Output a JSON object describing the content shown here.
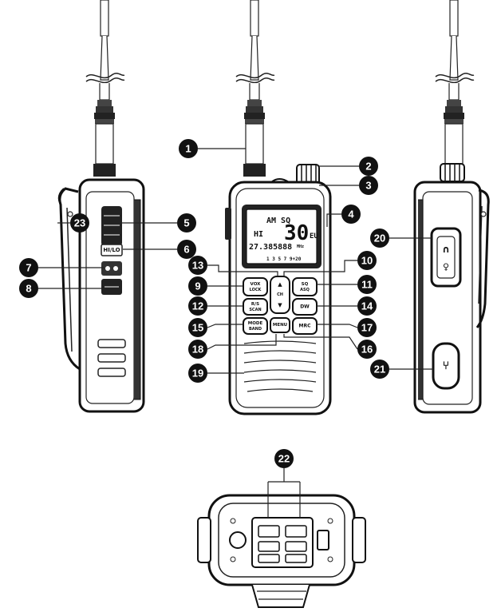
{
  "callouts": [
    "1",
    "2",
    "3",
    "4",
    "5",
    "6",
    "7",
    "8",
    "9",
    "10",
    "11",
    "12",
    "13",
    "14",
    "15",
    "16",
    "17",
    "18",
    "19",
    "20",
    "21",
    "22",
    "23"
  ],
  "display": {
    "mode": "AM SQ",
    "power": "HI",
    "channel": "30",
    "ch_suffix": "EU",
    "frequency": "27.385888",
    "freq_unit": "MHz",
    "scale": "1 3 5 7 9+20"
  },
  "front_keys": {
    "vox": "VOX",
    "vox_sub": "LOCK",
    "ch": "CH",
    "sq": "SQ",
    "sq_sub": "ASQ",
    "rs": "R/S",
    "rs_sub": "SCAN",
    "dw": "DW",
    "mode": "MODE",
    "mode_sub": "BAND",
    "menu": "MENU",
    "mrc": "MRC"
  },
  "side_keys": {
    "hilo": "HI/LO"
  }
}
